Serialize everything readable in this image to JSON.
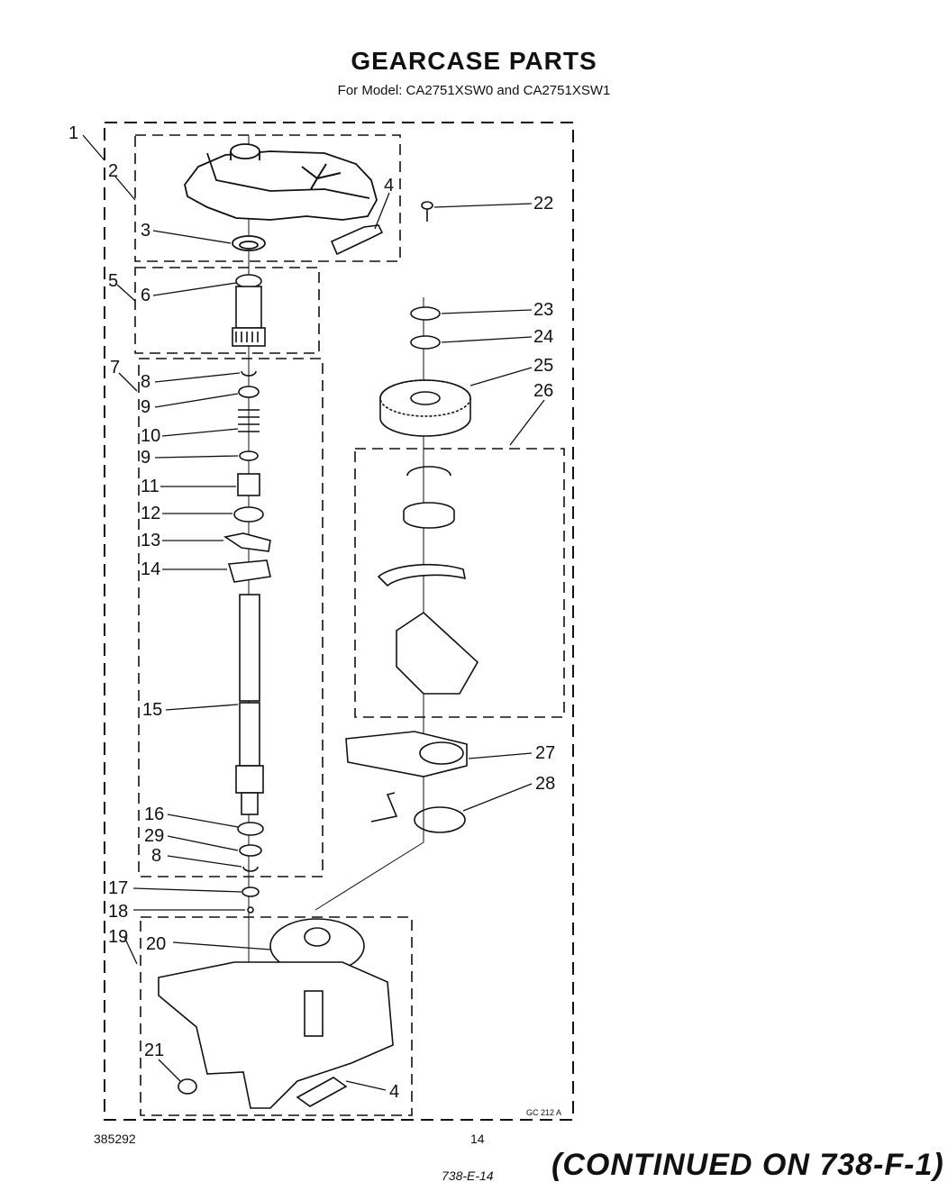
{
  "header": {
    "title": "GEARCASE PARTS",
    "subtitle": "For Model: CA2751XSW0 and CA2751XSW1"
  },
  "labels": {
    "l1": "1",
    "l2": "2",
    "l3": "3",
    "l4a": "4",
    "l22": "22",
    "l5": "5",
    "l6": "6",
    "l7": "7",
    "l8a": "8",
    "l9a": "9",
    "l10": "10",
    "l9b": "9",
    "l11": "11",
    "l12": "12",
    "l13": "13",
    "l14": "14",
    "l15": "15",
    "l16": "16",
    "l29": "29",
    "l8b": "8",
    "l17": "17",
    "l18": "18",
    "l19": "19",
    "l20": "20",
    "l21": "21",
    "l4b": "4",
    "l23": "23",
    "l24": "24",
    "l25": "25",
    "l26": "26",
    "l27": "27",
    "l28": "28"
  },
  "drawing_code": "GC 212 A",
  "footer": {
    "doc_number": "385292",
    "page_number": "14",
    "handwritten_ref": "738-E-14",
    "continued": "(CONTINUED ON 738-F-1)"
  }
}
